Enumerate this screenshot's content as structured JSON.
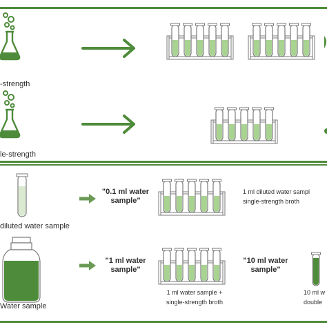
{
  "colors": {
    "green_dark": "#4e8b3a",
    "green_fill": "#a8d391",
    "green_medium": "#6a9a55",
    "tube_outline": "#7a7a7a"
  },
  "top_panel": {
    "row1_label": "-strength",
    "row2_label": "le-strength"
  },
  "bottom_panel": {
    "row1": {
      "source_label": "diluted water sample",
      "quantity_label": "\"0.1 ml water sample\"",
      "description_line1": "1 ml diluted water sampl",
      "description_line2": "single-strength broth"
    },
    "row2": {
      "source_label": "Water sample",
      "quantity_label_a": "\"1 ml water sample\"",
      "description_a_line1": "1 ml water sample +",
      "description_a_line2": "single-strength broth",
      "quantity_label_b": "\"10 ml water sample\"",
      "description_b_line1": "10 ml w",
      "description_b_line2": "double"
    }
  }
}
